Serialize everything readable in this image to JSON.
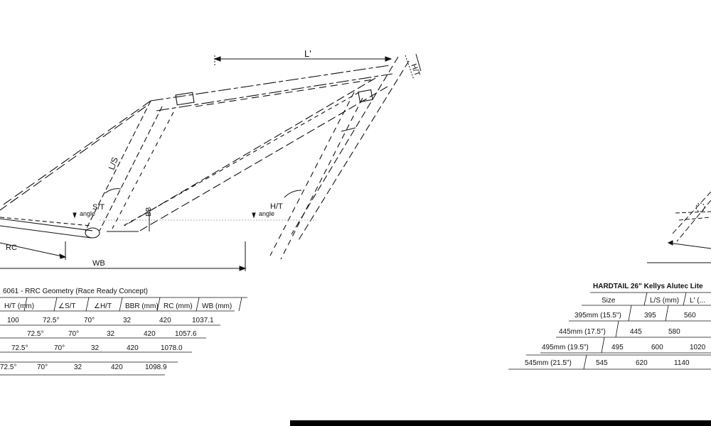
{
  "frame_left": {
    "labels": {
      "top_tube": "L'",
      "head_tube": "H/T",
      "seat_tube": "L/S",
      "seat_angle": "S/T",
      "seat_angle_sub": "angle",
      "bb_drop": "BB",
      "head_angle": "H/T",
      "head_angle_sub": "angle",
      "chainstay": "RC",
      "wheelbase": "WB"
    }
  },
  "table_left": {
    "title": "6061 - RRC Geometry (Race Ready Concept)",
    "headers": [
      "H/T (mm)",
      "∠S/T",
      "∠H/T",
      "BBR (mm)",
      "RC (mm)",
      "WB (mm)"
    ],
    "rows": [
      [
        "100",
        "72.5°",
        "70°",
        "32",
        "420",
        "1037.1"
      ],
      [
        "",
        "72.5°",
        "70°",
        "32",
        "420",
        "1057.6"
      ],
      [
        "",
        "72.5°",
        "70°",
        "32",
        "420",
        "1078.0"
      ],
      [
        "72.5°",
        "70°",
        "32",
        "420",
        "1098.9",
        ""
      ]
    ]
  },
  "table_right": {
    "title": "HARDTAIL 26\" Kellys Alutec Lite",
    "headers": [
      "Size",
      "L/S (mm)",
      "L' (..."
    ],
    "rows": [
      [
        "395mm (15.5\")",
        "395",
        "560"
      ],
      [
        "445mm (17.5\")",
        "445",
        "580"
      ],
      [
        "495mm (19.5\")",
        "495",
        "600"
      ],
      [
        "545mm (21.5\")",
        "545",
        "620"
      ]
    ],
    "extra_col": [
      "1020",
      "1140"
    ]
  }
}
